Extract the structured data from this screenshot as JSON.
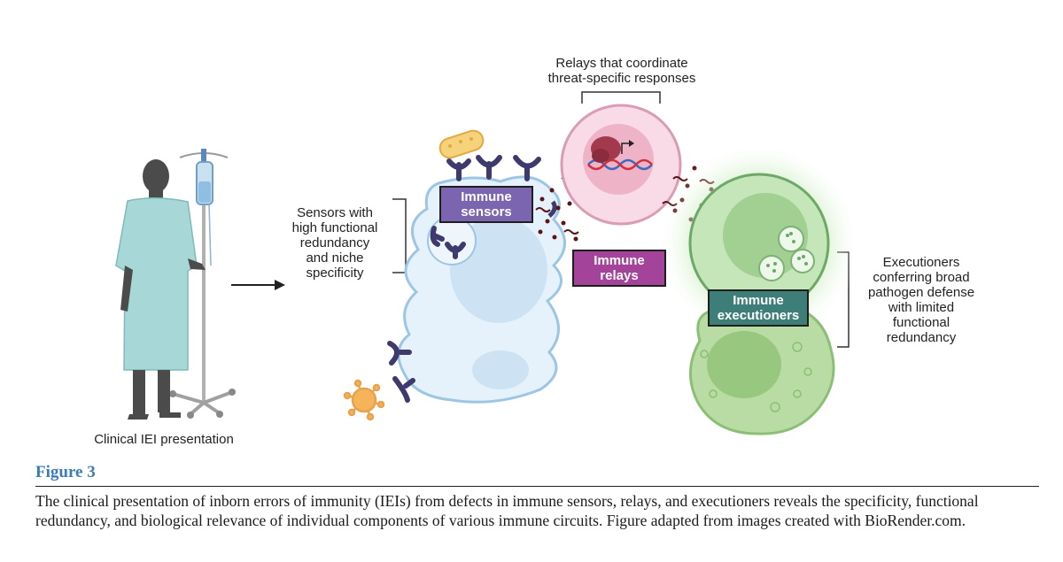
{
  "patient_label": "Clinical IEI presentation",
  "sensors_note": [
    "Sensors with",
    "high functional",
    "redundancy",
    "and niche",
    "specificity"
  ],
  "relays_note": [
    "Relays that coordinate",
    "threat-specific responses"
  ],
  "executioners_note": [
    "Executioners",
    "conferring broad",
    "pathogen defense",
    "with limited",
    "functional",
    "redundancy"
  ],
  "boxes": {
    "sensors": {
      "line1": "Immune",
      "line2": "sensors",
      "color": "#7b64b0"
    },
    "relays": {
      "line1": "Immune",
      "line2": "relays",
      "color": "#a3449a"
    },
    "executioners": {
      "line1": "Immune",
      "line2": "executioners",
      "color": "#3e7e78"
    }
  },
  "figure": {
    "title": "Figure 3",
    "caption": "The clinical presentation of inborn errors of immunity (IEIs) from defects in immune sensors, relays, and executioners reveals the specificity, functional redundancy, and biological relevance of individual components of various immune circuits. Figure adapted from images created with BioRender.com."
  }
}
